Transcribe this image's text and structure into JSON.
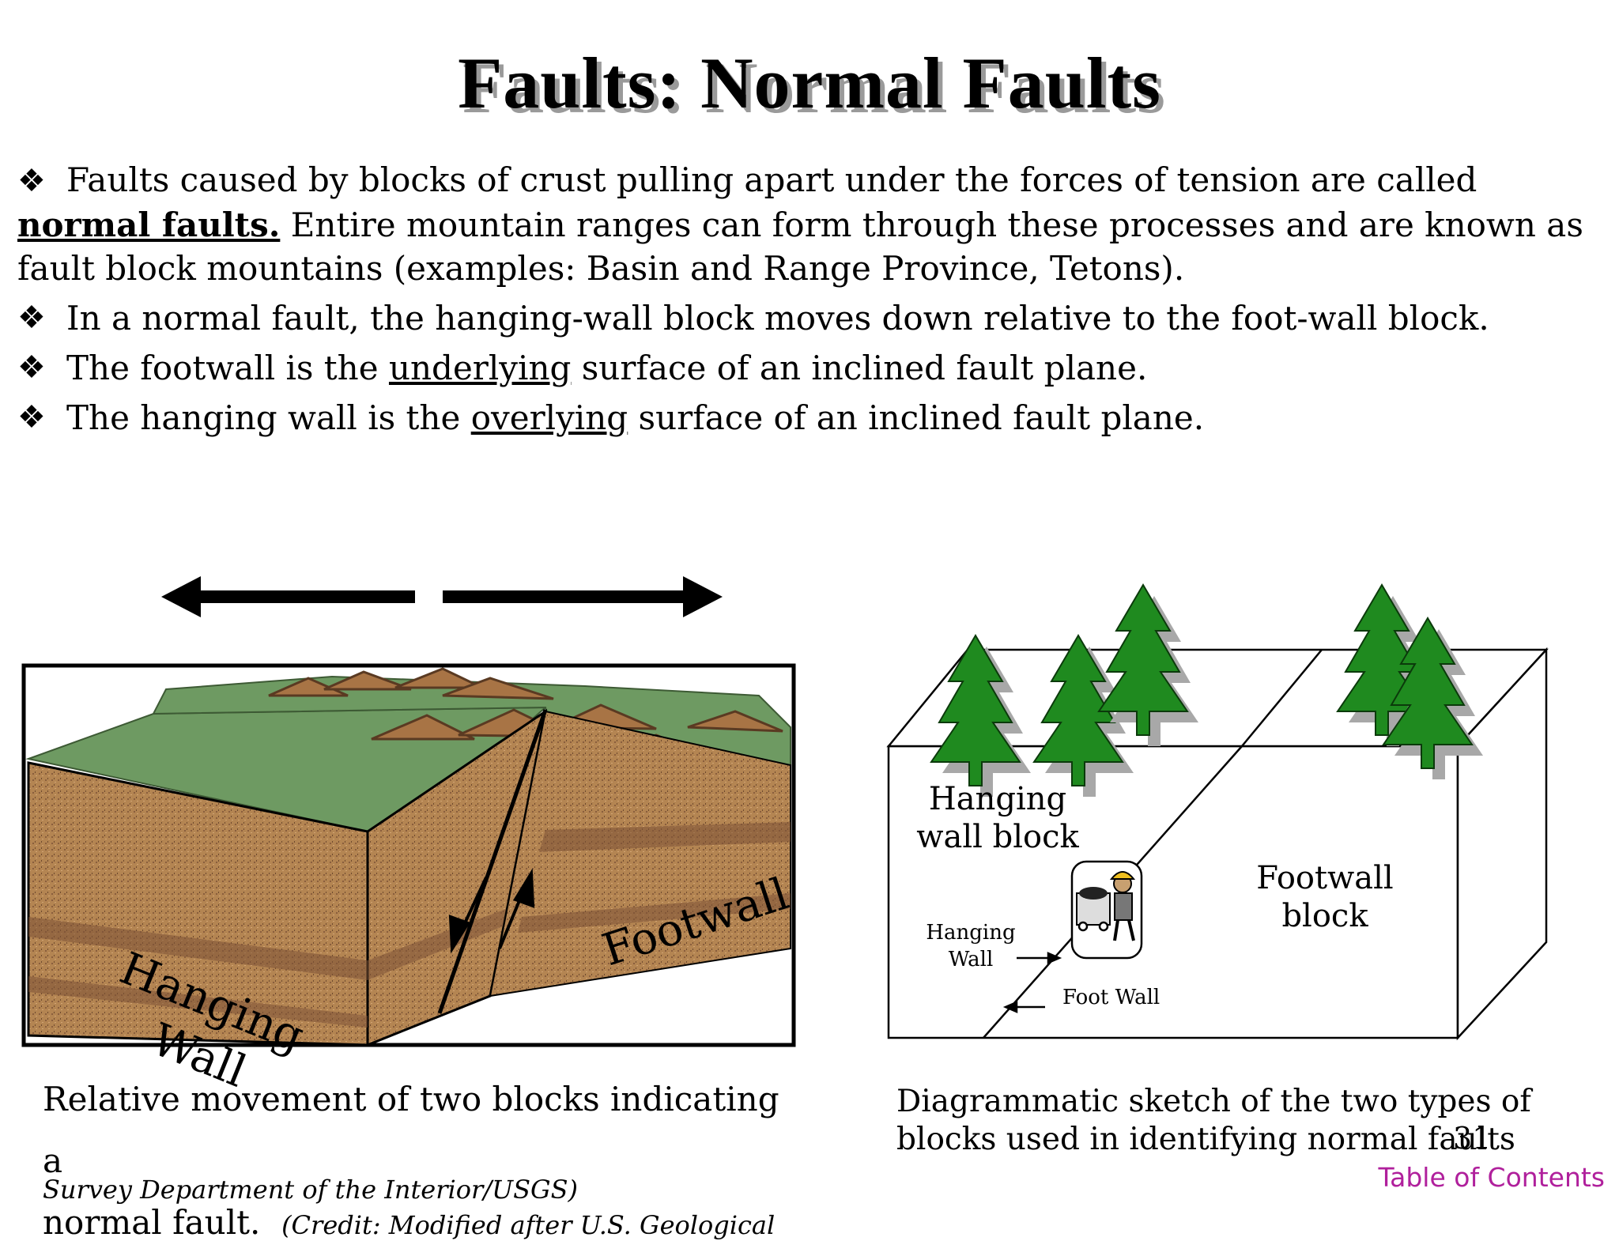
{
  "title": "Faults: Normal Faults",
  "bullets": {
    "b1_pre": "Faults caused by blocks of crust pulling apart under the forces of tension are called ",
    "b1_term": "normal faults.",
    "b1_post": " Entire mountain ranges can form through these processes and are known as fault block mountains (examples:  Basin and Range Province, Tetons).",
    "b2": "In a normal fault, the hanging-wall block moves down relative to the foot-wall block.",
    "b3_pre": "The footwall is the ",
    "b3_term": "underlying",
    "b3_post": " surface of an inclined fault plane.",
    "b4_pre": "The hanging wall is the ",
    "b4_term": "overlying",
    "b4_post": " surface of an inclined fault plane."
  },
  "left_diagram": {
    "hanging_label_1": "Hanging",
    "hanging_label_2": "Wall",
    "footwall_label": "Footwall",
    "caption_1": "Relative movement of two blocks indicating a",
    "caption_2": "normal fault.",
    "credit_1": "(Credit: Modified after U.S. Geological",
    "credit_2": "Survey Department of the Interior/USGS)"
  },
  "right_diagram": {
    "hanging_block_1": "Hanging",
    "hanging_block_2": "wall block",
    "footwall_block_1": "Footwall",
    "footwall_block_2": "block",
    "hanging_wall_small_1": "Hanging",
    "hanging_wall_small_2": "Wall",
    "foot_wall_small": "Foot Wall",
    "caption_1": "Diagrammatic sketch of the two types of",
    "caption_2": "blocks used in identifying normal faults"
  },
  "page_number": "31",
  "toc_link": "Table of Contents",
  "colors": {
    "grass": "#6e9a62",
    "soil": "#b48552",
    "soil_dark": "#8a5e3d",
    "tree": "#1f8a1f",
    "toc": "#b0209c"
  }
}
